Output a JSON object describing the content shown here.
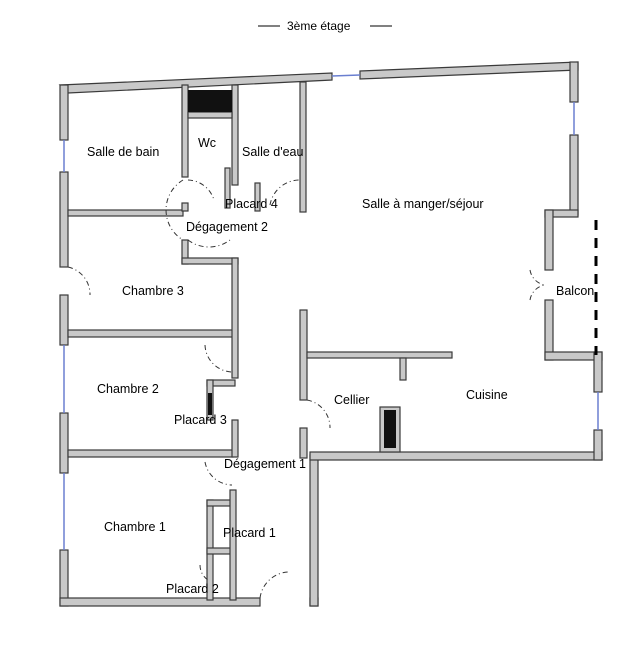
{
  "title": "3ème étage",
  "rooms": {
    "salle_de_bain": "Salle de bain",
    "wc": "Wc",
    "salle_deau": "Salle d'eau",
    "placard4": "Placard 4",
    "degagement2": "Dégagement 2",
    "sejour": "Salle à manger/séjour",
    "chambre3": "Chambre 3",
    "balcon": "Balcon",
    "chambre2": "Chambre 2",
    "cellier": "Cellier",
    "cuisine": "Cuisine",
    "placard3": "Placard 3",
    "degagement1": "Dégagement 1",
    "chambre1": "Chambre 1",
    "placard1": "Placard 1",
    "placard2": "Placard 2"
  }
}
